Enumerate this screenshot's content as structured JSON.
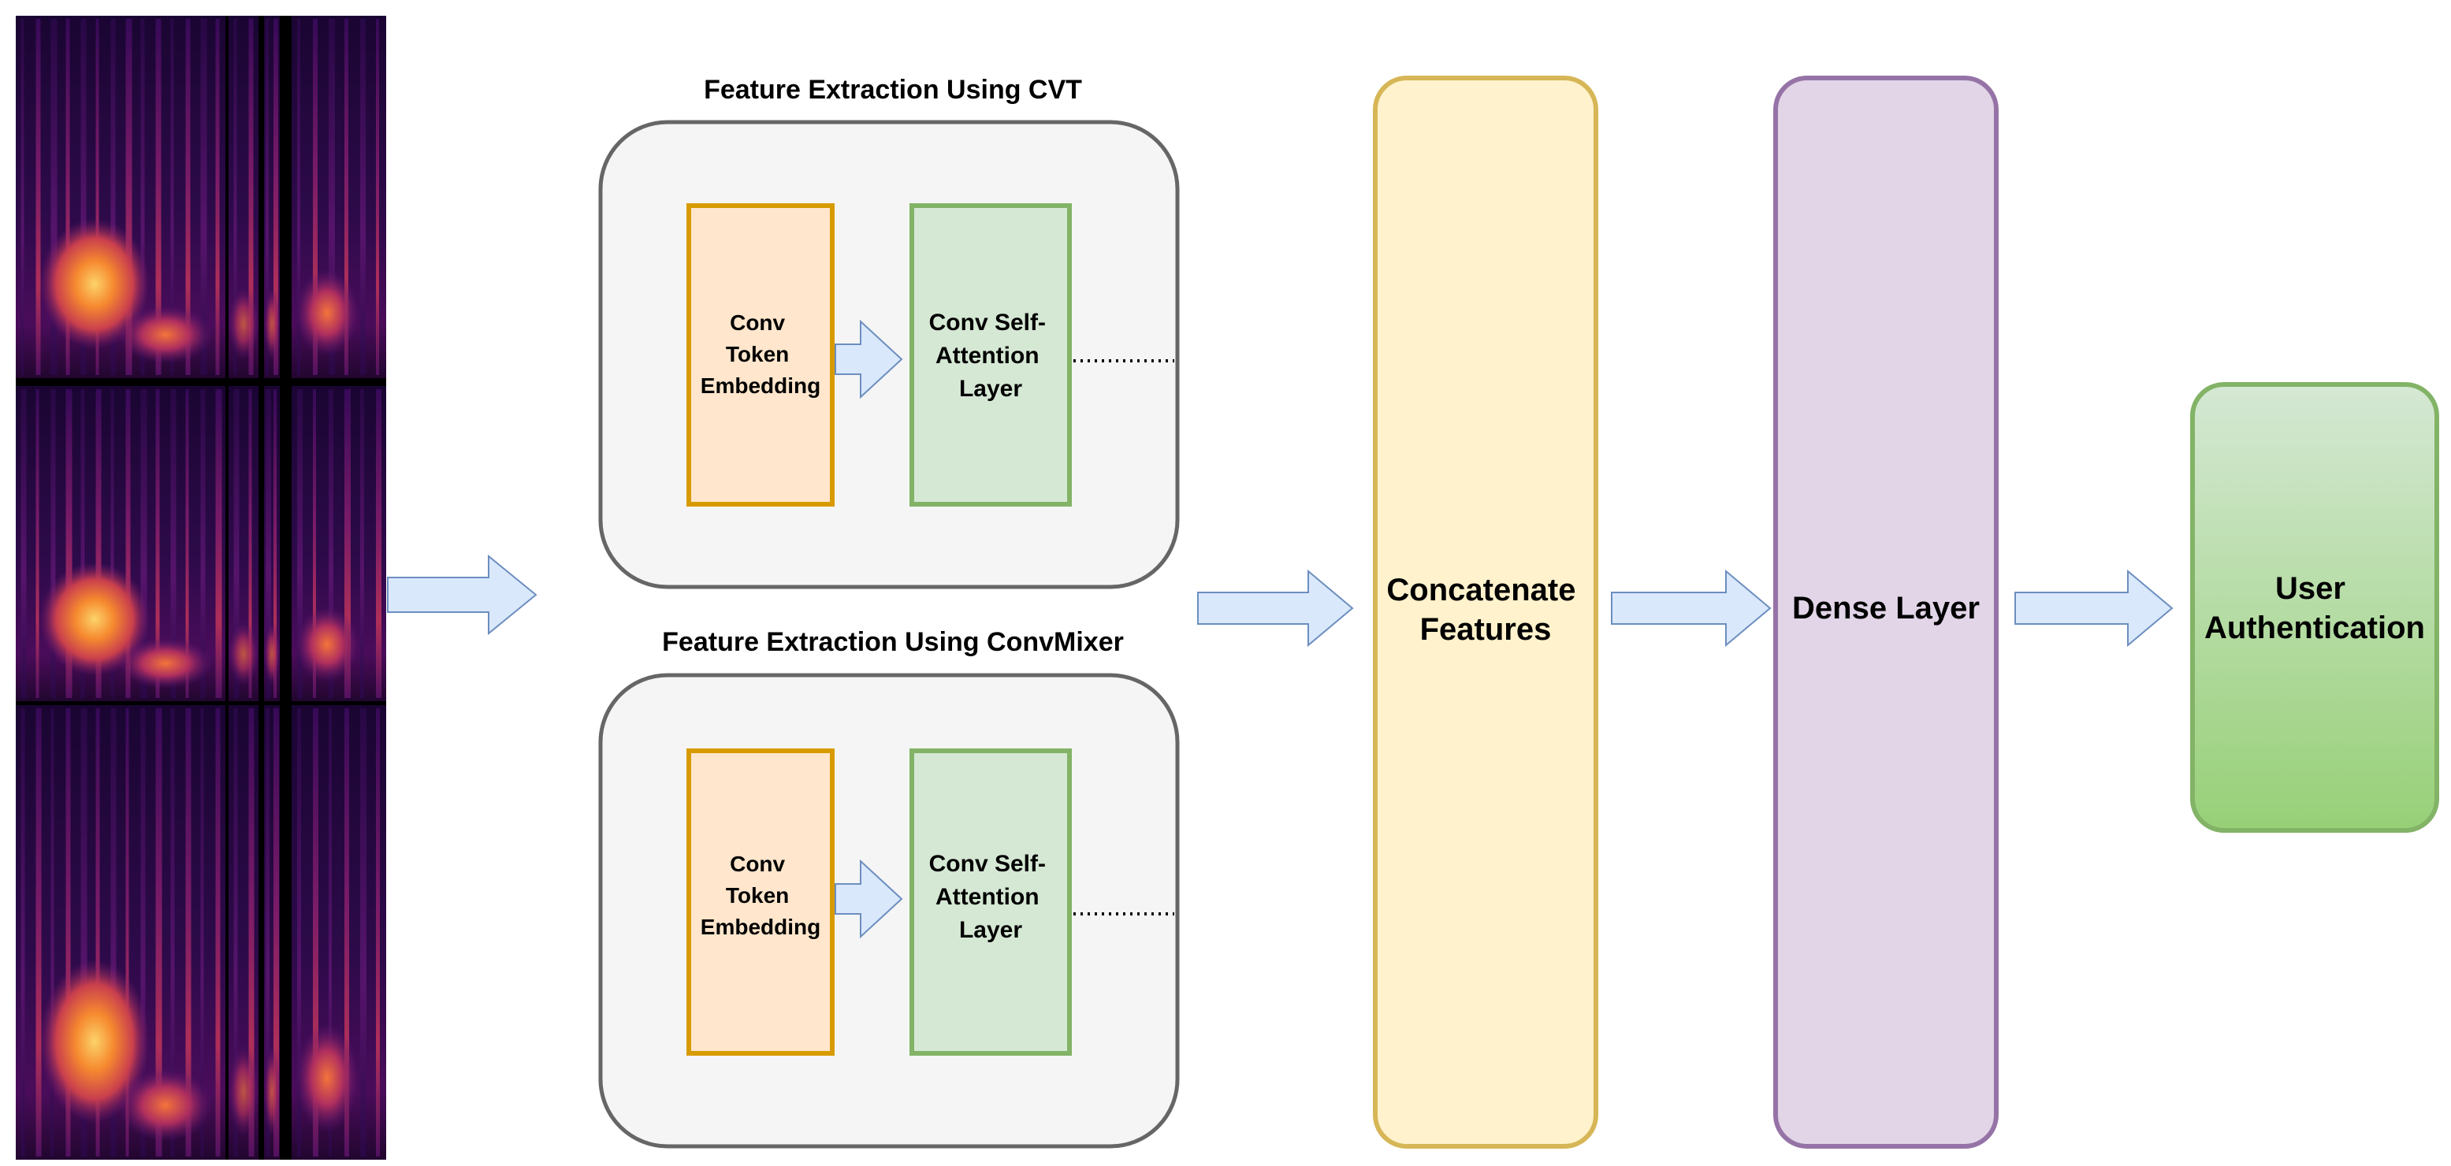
{
  "diagram": {
    "cvt_group": {
      "title": "Feature Extraction Using CVT",
      "token_embedding": [
        "Conv",
        "Token",
        "Embedding"
      ],
      "self_attention": [
        "Conv Self-",
        "Attention",
        "Layer"
      ]
    },
    "convmixer_group": {
      "title": "Feature Extraction Using ConvMixer",
      "token_embedding": [
        "Conv",
        "Token",
        "Embedding"
      ],
      "self_attention": [
        "Conv Self-",
        "Attention",
        "Layer"
      ]
    },
    "concat": [
      "Concatenate",
      "Features"
    ],
    "dense": [
      "Dense Layer"
    ],
    "auth": [
      "User",
      "Authentication"
    ]
  },
  "colors": {
    "arrow_fill": "#dae8fc",
    "arrow_stroke": "#6c8ebf",
    "group_fill": "#f5f5f5",
    "group_stroke": "#666666",
    "embed_fill": "#ffe6cc",
    "embed_stroke": "#d79b00",
    "attn_fill": "#d5e8d4",
    "attn_stroke": "#82b366",
    "concat_fill": "#fff2cc",
    "concat_stroke": "#d6b656",
    "dense_fill": "#e1d5e7",
    "dense_stroke": "#9673a6",
    "auth_top": "#d5e8d4",
    "auth_bottom": "#97d077",
    "auth_stroke": "#82b366"
  }
}
